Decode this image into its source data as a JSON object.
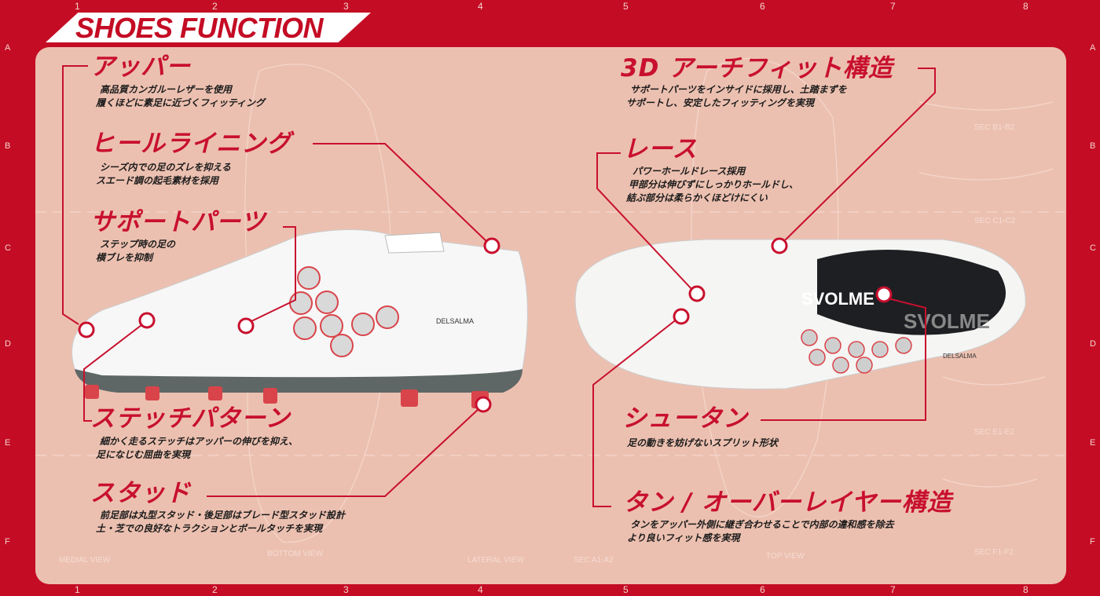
{
  "title": "SHOES FUNCTION",
  "grid": {
    "columns": [
      "1",
      "2",
      "3",
      "4",
      "5",
      "6",
      "7",
      "8"
    ],
    "rows": [
      "A",
      "B",
      "C",
      "D",
      "E",
      "F"
    ]
  },
  "views": [
    "MEDIAL VIEW",
    "BOTTOM VIEW",
    "LATERAL VIEW",
    "SEC A1-A2",
    "TOP VIEW",
    "SEC F1-F2",
    "SEC B1-B2",
    "SEC C1-C2",
    "SEC E1-E2"
  ],
  "brand": {
    "logo": "SVOLME",
    "model": "DELSALMA"
  },
  "colors": {
    "frame": "#c40c24",
    "panel": "#ecc0b0",
    "heading": "#c8102e"
  },
  "features": [
    {
      "title": "アッパー",
      "lines": [
        "高品質カンガルーレザーを使用",
        "履くほどに素足に近づくフィッティング"
      ]
    },
    {
      "title": "ヒールライニング",
      "lines": [
        "シーズ内での足のズレを抑える",
        "スエード調の起毛素材を採用"
      ]
    },
    {
      "title": "サポートパーツ",
      "lines": [
        "ステップ時の足の",
        "横ブレを抑制"
      ]
    },
    {
      "title": "ステッチパターン",
      "lines": [
        "細かく走るステッチはアッパーの伸びを抑え、",
        "足になじむ屈曲を実現"
      ]
    },
    {
      "title": "スタッド",
      "lines": [
        "前足部は丸型スタッド・後足部はブレード型スタッド設計",
        "土・芝での良好なトラクションとボールタッチを実現"
      ]
    },
    {
      "title": "3D アーチフィット構造",
      "lines": [
        "サポートパーツをインサイドに採用し、土踏まずを",
        "サポートし、安定したフィッティングを実現"
      ]
    },
    {
      "title": "レース",
      "lines": [
        "パワーホールドレース採用",
        "甲部分は伸びずにしっかりホールドし、",
        "結ぶ部分は柔らかくほどけにくい"
      ]
    },
    {
      "title": "シュータン",
      "lines": [
        "足の動きを妨げないスプリット形状"
      ]
    },
    {
      "title": "タン / オーバーレイヤー構造",
      "lines": [
        "タンをアッパー外側に継ぎ合わせることで内部の違和感を除去",
        "より良いフィット感を実現"
      ]
    }
  ]
}
